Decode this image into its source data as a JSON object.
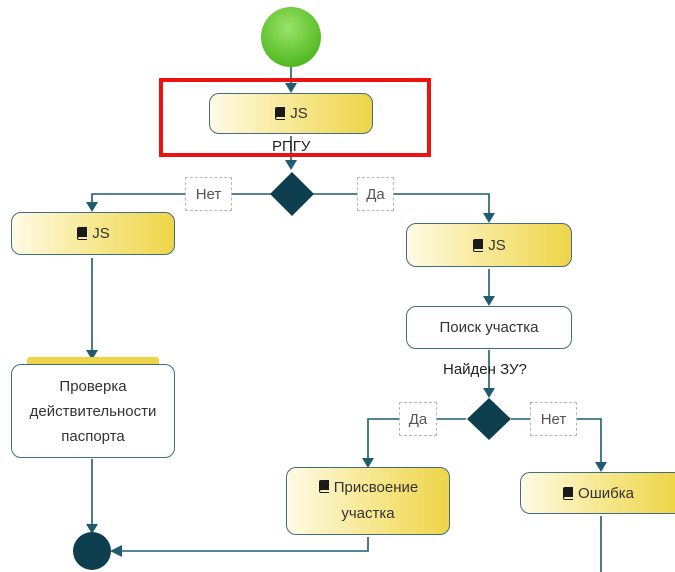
{
  "colors": {
    "connector": "#1f5c70",
    "decision": "#0d3f4f",
    "start": "#5cc12d",
    "end": "#0d3f4f",
    "task_gradient_end": "#eed548",
    "selection": "#ee1111"
  },
  "icon": "book-icon",
  "nodes": {
    "top_task": "JS",
    "left_task": "JS",
    "right_task": "JS",
    "search": "Поиск участка",
    "check_lines": [
      "Проверка",
      "действительности",
      "паспорта"
    ],
    "assign_lines": [
      "Присвоение",
      "участка"
    ],
    "error": "Ошибка"
  },
  "labels": {
    "first_decision": "РПГУ",
    "second_decision": "Найден ЗУ?"
  },
  "edge_labels": {
    "first_no": "Нет",
    "first_yes": "Да",
    "second_yes": "Да",
    "second_no": "Нет"
  }
}
